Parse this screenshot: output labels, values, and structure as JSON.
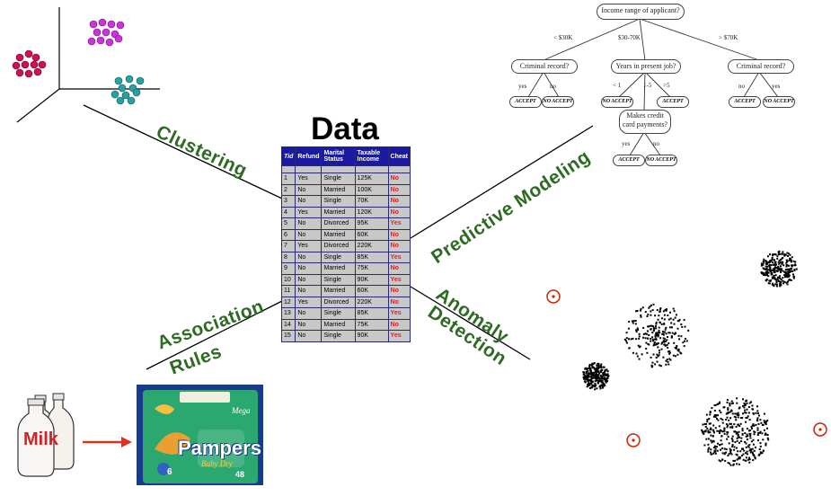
{
  "center": {
    "title": "Data"
  },
  "labels": {
    "clustering": "Clustering",
    "predictive": "Predictive Modeling",
    "association_1": "Association",
    "association_2": "Rules",
    "anomaly_1": "Anomaly",
    "anomaly_2": "Detection"
  },
  "table": {
    "headers": [
      "Tid",
      "Refund",
      "Marital Status",
      "Taxable Income",
      "Cheat"
    ],
    "rows": [
      [
        "1",
        "Yes",
        "Single",
        "125K",
        "No"
      ],
      [
        "2",
        "No",
        "Married",
        "100K",
        "No"
      ],
      [
        "3",
        "No",
        "Single",
        "70K",
        "No"
      ],
      [
        "4",
        "Yes",
        "Married",
        "120K",
        "No"
      ],
      [
        "5",
        "No",
        "Divorced",
        "95K",
        "Yes"
      ],
      [
        "6",
        "No",
        "Married",
        "60K",
        "No"
      ],
      [
        "7",
        "Yes",
        "Divorced",
        "220K",
        "No"
      ],
      [
        "8",
        "No",
        "Single",
        "85K",
        "Yes"
      ],
      [
        "9",
        "No",
        "Married",
        "75K",
        "No"
      ],
      [
        "10",
        "No",
        "Single",
        "90K",
        "Yes"
      ],
      [
        "11",
        "No",
        "Married",
        "60K",
        "No"
      ],
      [
        "12",
        "Yes",
        "Divorced",
        "220K",
        "No"
      ],
      [
        "13",
        "No",
        "Single",
        "85K",
        "Yes"
      ],
      [
        "14",
        "No",
        "Married",
        "75K",
        "No"
      ],
      [
        "15",
        "No",
        "Single",
        "90K",
        "Yes"
      ]
    ]
  },
  "tree": {
    "root": "Income range of applicant?",
    "root_edges": [
      "< $30K",
      "$30-70K",
      "> $70K"
    ],
    "left": "Criminal record?",
    "left_edges": [
      "yes",
      "no"
    ],
    "mid": "Years in present job?",
    "mid_edges": [
      "< 1",
      "1-5",
      ">5"
    ],
    "right": "Criminal record?",
    "right_edges": [
      "no",
      "yes"
    ],
    "sub": "Makes credit card payments?",
    "sub_edges": [
      "yes",
      "no"
    ],
    "leaf_accept": "ACCEPT",
    "leaf_reject": "NO ACCEPT"
  },
  "milk_label": "Milk",
  "diaper": {
    "brand": "Pampers",
    "sub": "Baby Dry",
    "size": "Mega",
    "count": "48",
    "num": "6"
  },
  "colors": {
    "label_green": "#2d6a22",
    "table_header": "#1a1aa0",
    "cheat_red": "#e02020",
    "cluster_red": "#cc1155",
    "cluster_magenta": "#cc33dd",
    "cluster_teal": "#2aa0a0",
    "outlier": "#cc2200"
  }
}
